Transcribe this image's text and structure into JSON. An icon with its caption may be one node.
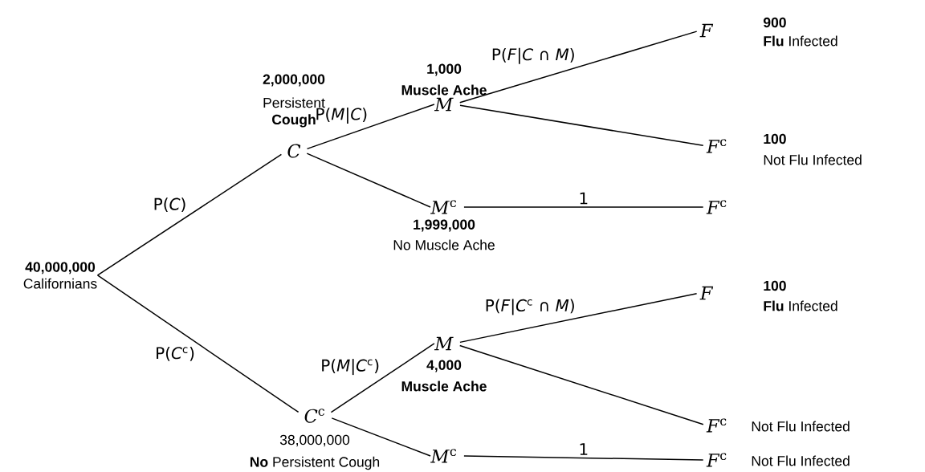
{
  "diagram": {
    "nodes": [
      {
        "text": [
          "40,000,000",
          "Californians"
        ]
      },
      {
        "text": [
          "*C*"
        ],
        "beside": [
          "2,000,000",
          "Persistent **Cough**"
        ]
      },
      {
        "text": [
          "*C*$^{c}$"
        ],
        "beside": [
          "38,000,000",
          "**No** Persistent Cough"
        ]
      },
      {
        "text": [
          "*M*"
        ],
        "beside": [
          "1,000",
          "Muscle Ache"
        ]
      },
      {
        "text": [
          "*M*$^{c}$"
        ],
        "beside": [
          "1,999,000",
          "No Muscle Ache"
        ]
      },
      {
        "text": [
          "*M*"
        ],
        "beside": [
          "4,000",
          "Muscle Ache"
        ]
      },
      {
        "text": [
          "*M*$^{c}$"
        ]
      },
      {
        "text": [
          "*F*"
        ],
        "beside": [
          "900",
          "**Flu** Infected"
        ]
      },
      {
        "text": [
          "*F*$^{c}$"
        ],
        "beside": [
          "100",
          "Not Flu Infected"
        ]
      },
      {
        "text": [
          "*F*$^{c}$"
        ]
      },
      {
        "text": [
          "*F*"
        ],
        "beside": [
          "100",
          "**Flu** Infected"
        ]
      },
      {
        "text": [
          "*F*$^{c}$"
        ],
        "beside": [
          "Not Flu Infected"
        ]
      },
      {
        "text": [
          "*F*$^{c}$"
        ],
        "beside": [
          "Not Flu Infected"
        ]
      }
    ],
    "edges": [
      {
        "from": 0,
        "to": 1,
        "arrow": "none",
        "label": "P(*C*)"
      },
      {
        "from": 0,
        "to": 2,
        "arrow": "none",
        "label": "P(*C*$^{c}$)"
      },
      {
        "from": 1,
        "to": 3,
        "arrow": "none",
        "label": "P(*M*|*C*)"
      },
      {
        "from": 1,
        "to": 4,
        "arrow": "none"
      },
      {
        "from": 3,
        "to": 7,
        "arrow": "none",
        "label": "P(*F*|*C* ∩ *M*)"
      },
      {
        "from": 3,
        "to": 8,
        "arrow": "none"
      },
      {
        "from": 4,
        "to": 9,
        "arrow": "none",
        "label": "1"
      },
      {
        "from": 2,
        "to": 5,
        "arrow": "none",
        "label": "P(*M*|*C*$^{c}$)"
      },
      {
        "from": 2,
        "to": 6,
        "arrow": "none"
      },
      {
        "from": 5,
        "to": 10,
        "arrow": "none",
        "label": "P(*F*|*C*$^{c}$ ∩ *M*)"
      },
      {
        "from": 5,
        "to": 11,
        "arrow": "none"
      },
      {
        "from": 6,
        "to": 12,
        "arrow": "none",
        "label": "1"
      }
    ]
  }
}
